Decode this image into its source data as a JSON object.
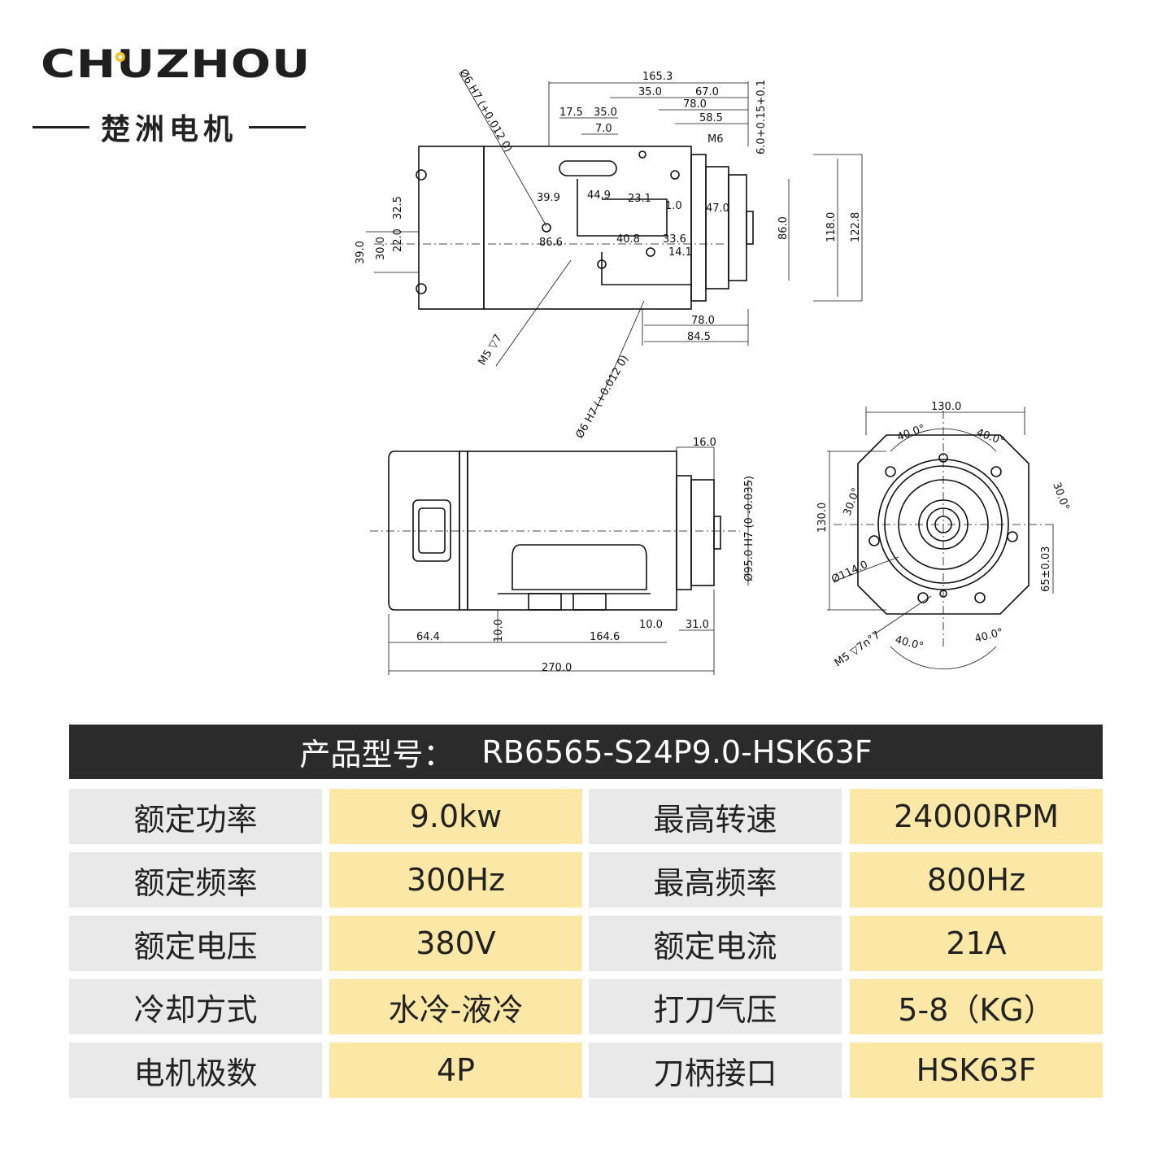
{
  "brand": {
    "name": "CHUZHOU",
    "subtitle": "楚洲电机",
    "accent_color": "#f2c21b"
  },
  "drawings": {
    "top_view": {
      "dims": [
        "165.3",
        "35.0",
        "67.0",
        "78.0",
        "58.5",
        "17.5",
        "35.0",
        "7.0",
        "M6",
        "6.0+0.15+0.1",
        "39.9",
        "44.9",
        "23.1",
        "1.0",
        "47.0",
        "86.6",
        "40.8",
        "33.6",
        "14.1",
        "32.5",
        "22.0",
        "30.0",
        "39.0",
        "86.0",
        "118.0",
        "122.8",
        "78.0",
        "84.5",
        "M5 ▽7",
        "Ø6 H7 (+0.012 0)",
        "Ø6 H7 (+0.012 0)"
      ]
    },
    "side_view": {
      "dims": [
        "16.0",
        "Ø95.0 H7 (0 -0.035)",
        "64.4",
        "10.0",
        "164.6",
        "10.0",
        "31.0",
        "270.0"
      ]
    },
    "front_view": {
      "dims": [
        "130.0",
        "40.0°",
        "40.0°",
        "30.0°",
        "30.0°",
        "130.0",
        "Ø114.0",
        "65±0.03",
        "M5 ▽7n°7",
        "40.0°",
        "40.0°"
      ]
    }
  },
  "spec": {
    "model_label": "产品型号：",
    "model_value": "RB6565-S24P9.0-HSK63F",
    "rows": [
      {
        "l1": "额定功率",
        "v1": "9.0kw",
        "l2": "最高转速",
        "v2": "24000RPM"
      },
      {
        "l1": "额定频率",
        "v1": "300Hz",
        "l2": "最高频率",
        "v2": "800Hz"
      },
      {
        "l1": "额定电压",
        "v1": "380V",
        "l2": "额定电流",
        "v2": "21A"
      },
      {
        "l1": "冷却方式",
        "v1": "水冷-液冷",
        "l2": "打刀气压",
        "v2": "5-8（KG）"
      },
      {
        "l1": "电机极数",
        "v1": "4P",
        "l2": "刀柄接口",
        "v2": "HSK63F"
      }
    ]
  }
}
